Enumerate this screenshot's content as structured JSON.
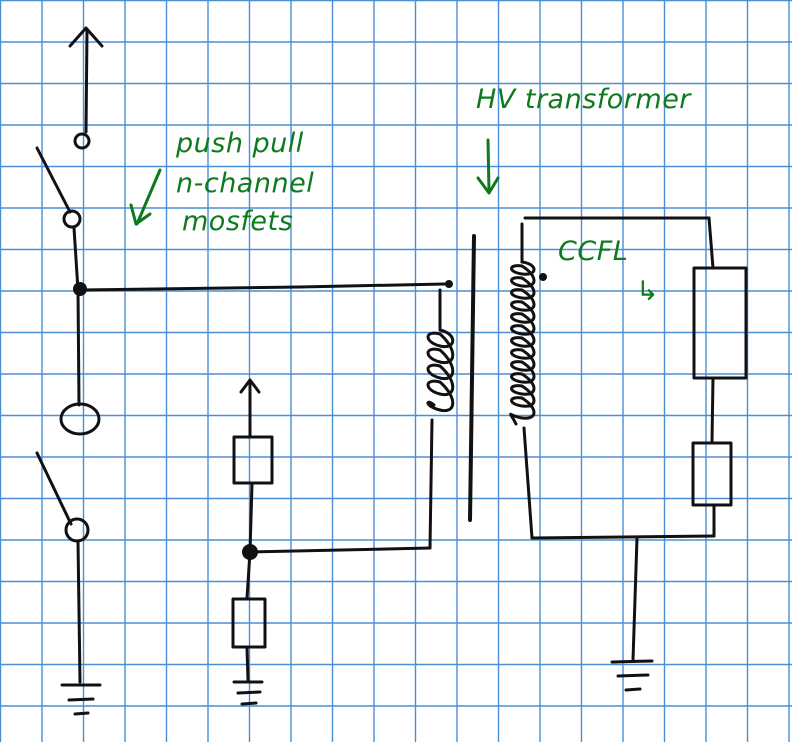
{
  "labels": {
    "mosfet_note_line1": "push pull",
    "mosfet_note_line2": "n-channel",
    "mosfet_note_line3": "mosfets",
    "transformer_note": "HV transformer",
    "ccfl_note": "CCFL",
    "ccfl_arrow_glyph": "↳"
  },
  "colors": {
    "paper": "#ffffff",
    "grid": "#4a8fd6",
    "ink": "#111111",
    "annotation": "#0e7a1e"
  }
}
